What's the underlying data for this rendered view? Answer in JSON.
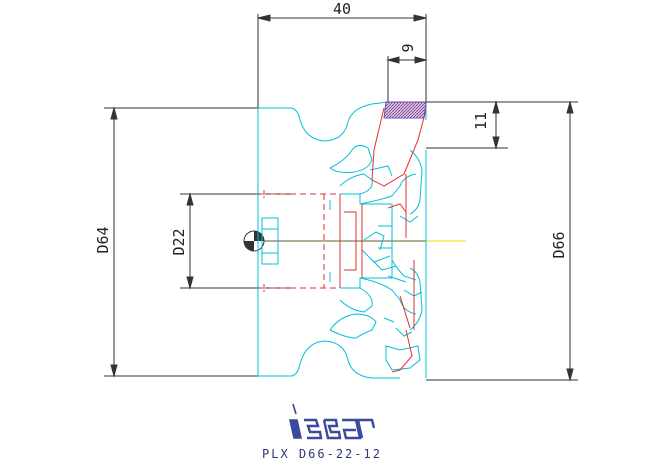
{
  "drawing": {
    "dimensions": {
      "overall_length": "40",
      "insert_width": "9",
      "insert_height": "11",
      "body_diameter": "D64",
      "bore_diameter": "D22",
      "cutting_diameter": "D66"
    },
    "logo": "iscar",
    "part_number": "PLX D66-22-12"
  },
  "colors": {
    "dimension": "#222222",
    "body": "#00c0d8",
    "hidden": "#e23030",
    "insert_hatch": "#5a50c8",
    "centerline": "#e8e000",
    "logo": "#3a4aa0"
  }
}
